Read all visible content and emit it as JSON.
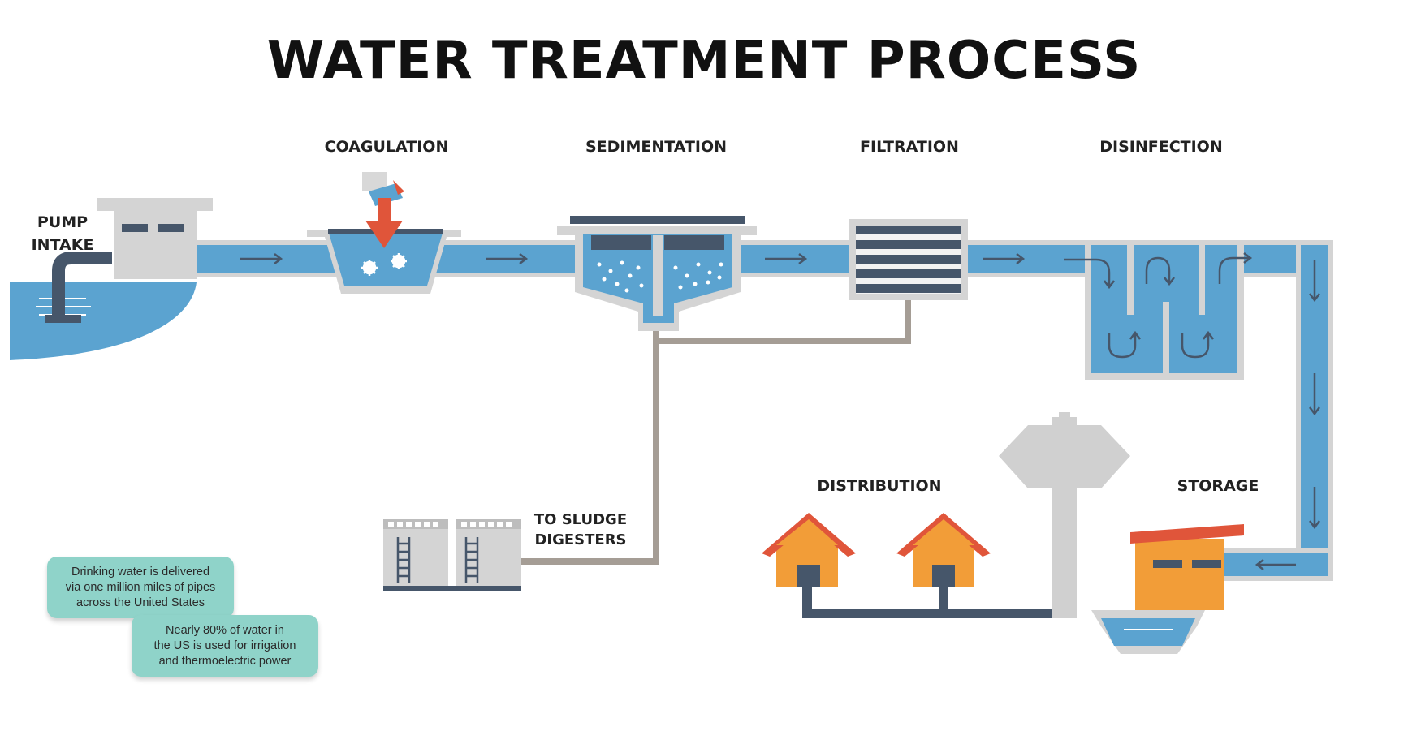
{
  "title": "WATER TREATMENT PROCESS",
  "stages": {
    "pump_intake": "PUMP\nINTAKE",
    "coagulation": "COAGULATION",
    "sedimentation": "SEDIMENTATION",
    "filtration": "FILTRATION",
    "disinfection": "DISINFECTION",
    "distribution": "DISTRIBUTION",
    "storage": "STORAGE",
    "sludge": "TO SLUDGE\nDIGESTERS"
  },
  "notes": [
    "Drinking water is delivered\nvia one million miles of pipes\nacross the United States",
    "Nearly 80% of water in\nthe US is used for irrigation\nand thermoelectric power"
  ],
  "colors": {
    "water": "#5ba3d0",
    "pipe_gray": "#d4d4d4",
    "dark_slate": "#46566a",
    "orange": "#f29d38",
    "red_roof": "#e0553a",
    "sludge_line": "#a59d95",
    "note_bg": "#8fd3c9"
  }
}
